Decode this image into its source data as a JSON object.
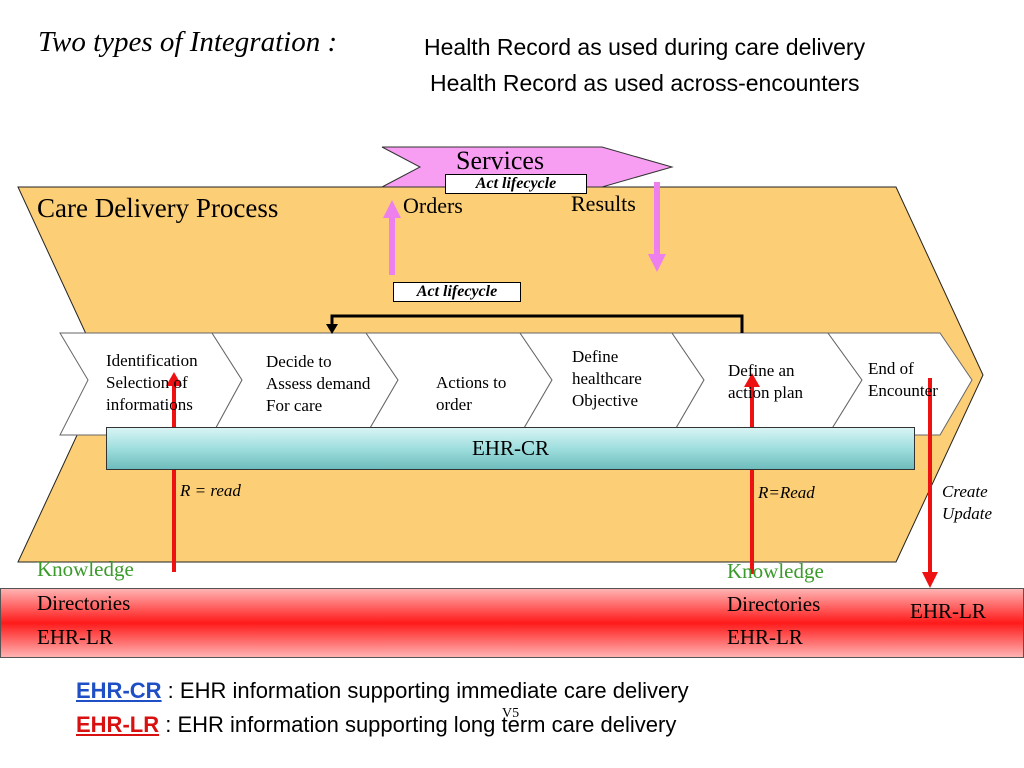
{
  "title": {
    "main": "Two types of Integration :",
    "sub1": "Health Record as used during care delivery",
    "sub2": "Health Record as used across-encounters"
  },
  "services": {
    "label": "Services",
    "lifecycle": "Act lifecycle",
    "orders": "Orders",
    "results": "Results"
  },
  "process": {
    "label": "Care Delivery Process",
    "lifecycle": "Act lifecycle"
  },
  "steps": [
    {
      "l1": "Identification",
      "l2": "Selection of\ninformations"
    },
    {
      "l1": "Decide to\nAssess demand\nFor care"
    },
    {
      "l1": "Actions to\norder"
    },
    {
      "l1": "Define\n healthcare\nObjective"
    },
    {
      "l1": "Define an\naction plan"
    },
    {
      "l1": "End of\nEncounter"
    }
  ],
  "ehr_cr": "EHR-CR",
  "arrows": {
    "read_left": "R = read",
    "read_right": "R=Read",
    "create_update": "Create\nUpdate"
  },
  "knowledge_left": {
    "k": "Knowledge",
    "d": "Directories",
    "e": "EHR-LR"
  },
  "knowledge_right": {
    "k": "Knowledge",
    "d": "Directories",
    "e": "EHR-LR"
  },
  "ehr_lr_right": "EHR-LR",
  "legend": {
    "cr_term": "EHR-CR",
    "cr_text": " : EHR information supporting immediate care delivery",
    "lr_term": "EHR-LR",
    "lr_text": " : EHR information supporting long term care delivery",
    "slide_no": "V5"
  },
  "colors": {
    "process_fill": "#fcce75",
    "services_fill": "#f79ef2",
    "cr_term": "#1f4fc4",
    "lr_term": "#d81010",
    "knowledge": "#3a9a2a",
    "arrow_red": "#ee1111",
    "arrow_pink": "#ee80ee"
  }
}
